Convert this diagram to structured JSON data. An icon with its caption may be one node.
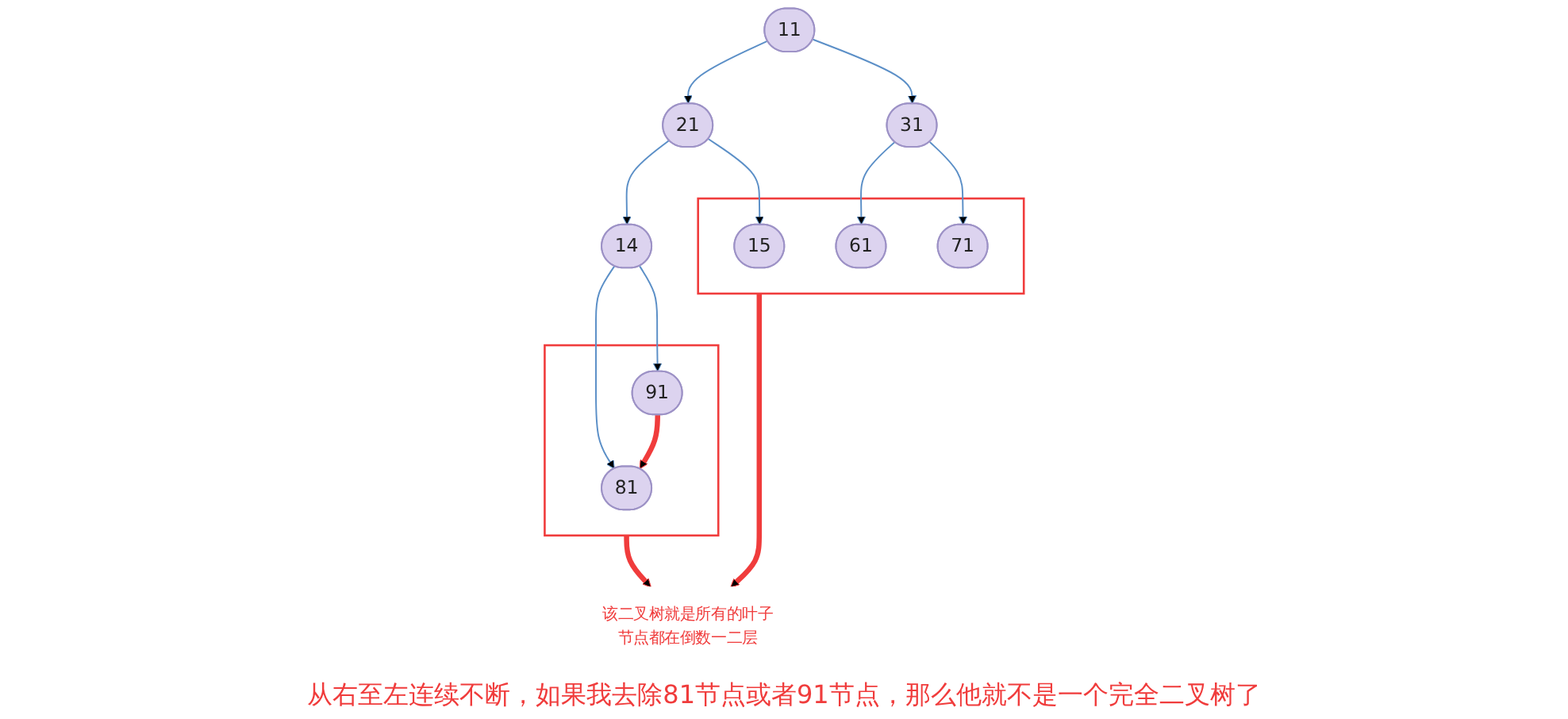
{
  "diagram": {
    "nodes": [
      {
        "text": [
          "11"
        ]
      },
      {
        "text": [
          "21"
        ]
      },
      {
        "text": [
          "31"
        ]
      },
      {
        "text": [
          "14"
        ]
      },
      {
        "text": [],
        "shape": "box"
      },
      {
        "text": [
          "15"
        ],
        "in": 4
      },
      {
        "text": [
          "61"
        ],
        "in": 4
      },
      {
        "text": [
          "71"
        ],
        "in": 4
      },
      {
        "text": [
          "该二叉树就是所有的叶子节点都在倒数一二层"
        ]
      },
      {
        "text": [],
        "shape": "box"
      },
      {
        "text": [
          "81"
        ],
        "in": 9
      },
      {
        "text": [
          "91"
        ],
        "in": 9
      }
    ],
    "edges": [
      {
        "from": 0,
        "to": 1,
        "arrow": "to"
      },
      {
        "from": 0,
        "to": 2,
        "arrow": "to"
      },
      {
        "from": 1,
        "to": 3,
        "arrow": "to"
      },
      {
        "from": 1,
        "to": 5,
        "arrow": "to"
      },
      {
        "from": 2,
        "to": 6,
        "arrow": "to"
      },
      {
        "from": 2,
        "to": 7,
        "arrow": "to"
      },
      {
        "from": 3,
        "to": 10,
        "arrow": "to"
      },
      {
        "from": 3,
        "to": 11,
        "arrow": "to"
      },
      {
        "from": 4,
        "to": 8,
        "arrow": "to",
        "style": "thick",
        "color": "#f03c3c"
      },
      {
        "from": 9,
        "to": 8,
        "arrow": "to",
        "style": "thick",
        "color": "#f03c3c"
      },
      {
        "from": 11,
        "to": 10,
        "arrow": "to",
        "style": "thick",
        "color": "#f03c3c"
      }
    ],
    "labels": [
      "从右至左连续不断，如果我去除81节点或者91节点，那么他就不是一个完全二叉树了"
    ]
  }
}
